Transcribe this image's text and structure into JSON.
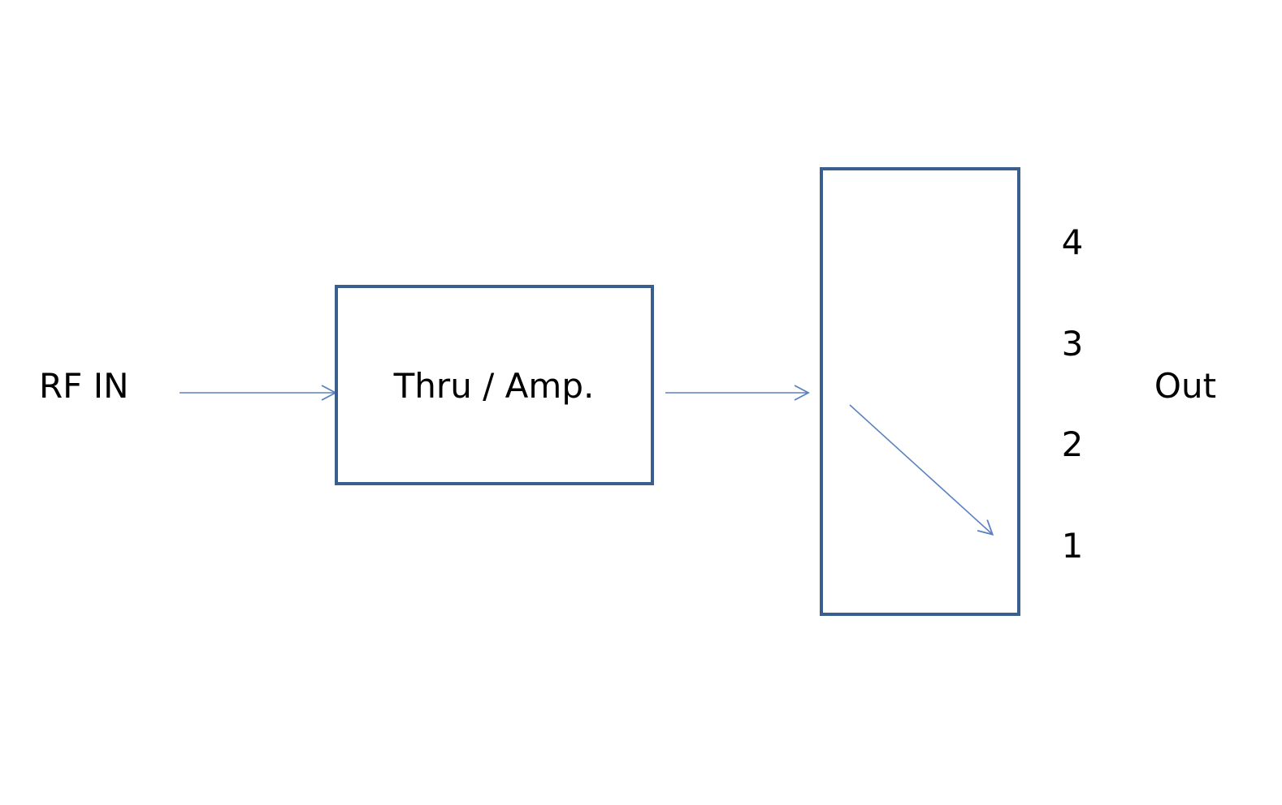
{
  "labels": {
    "input": "RF IN",
    "block": "Thru / Amp.",
    "output": "Out"
  },
  "ports": [
    "4",
    "3",
    "2",
    "1"
  ],
  "selected_port": "1",
  "colors": {
    "box_stroke": "#3a5f8f",
    "arrow": "#5b82c0",
    "text": "#000000",
    "background": "#ffffff"
  }
}
